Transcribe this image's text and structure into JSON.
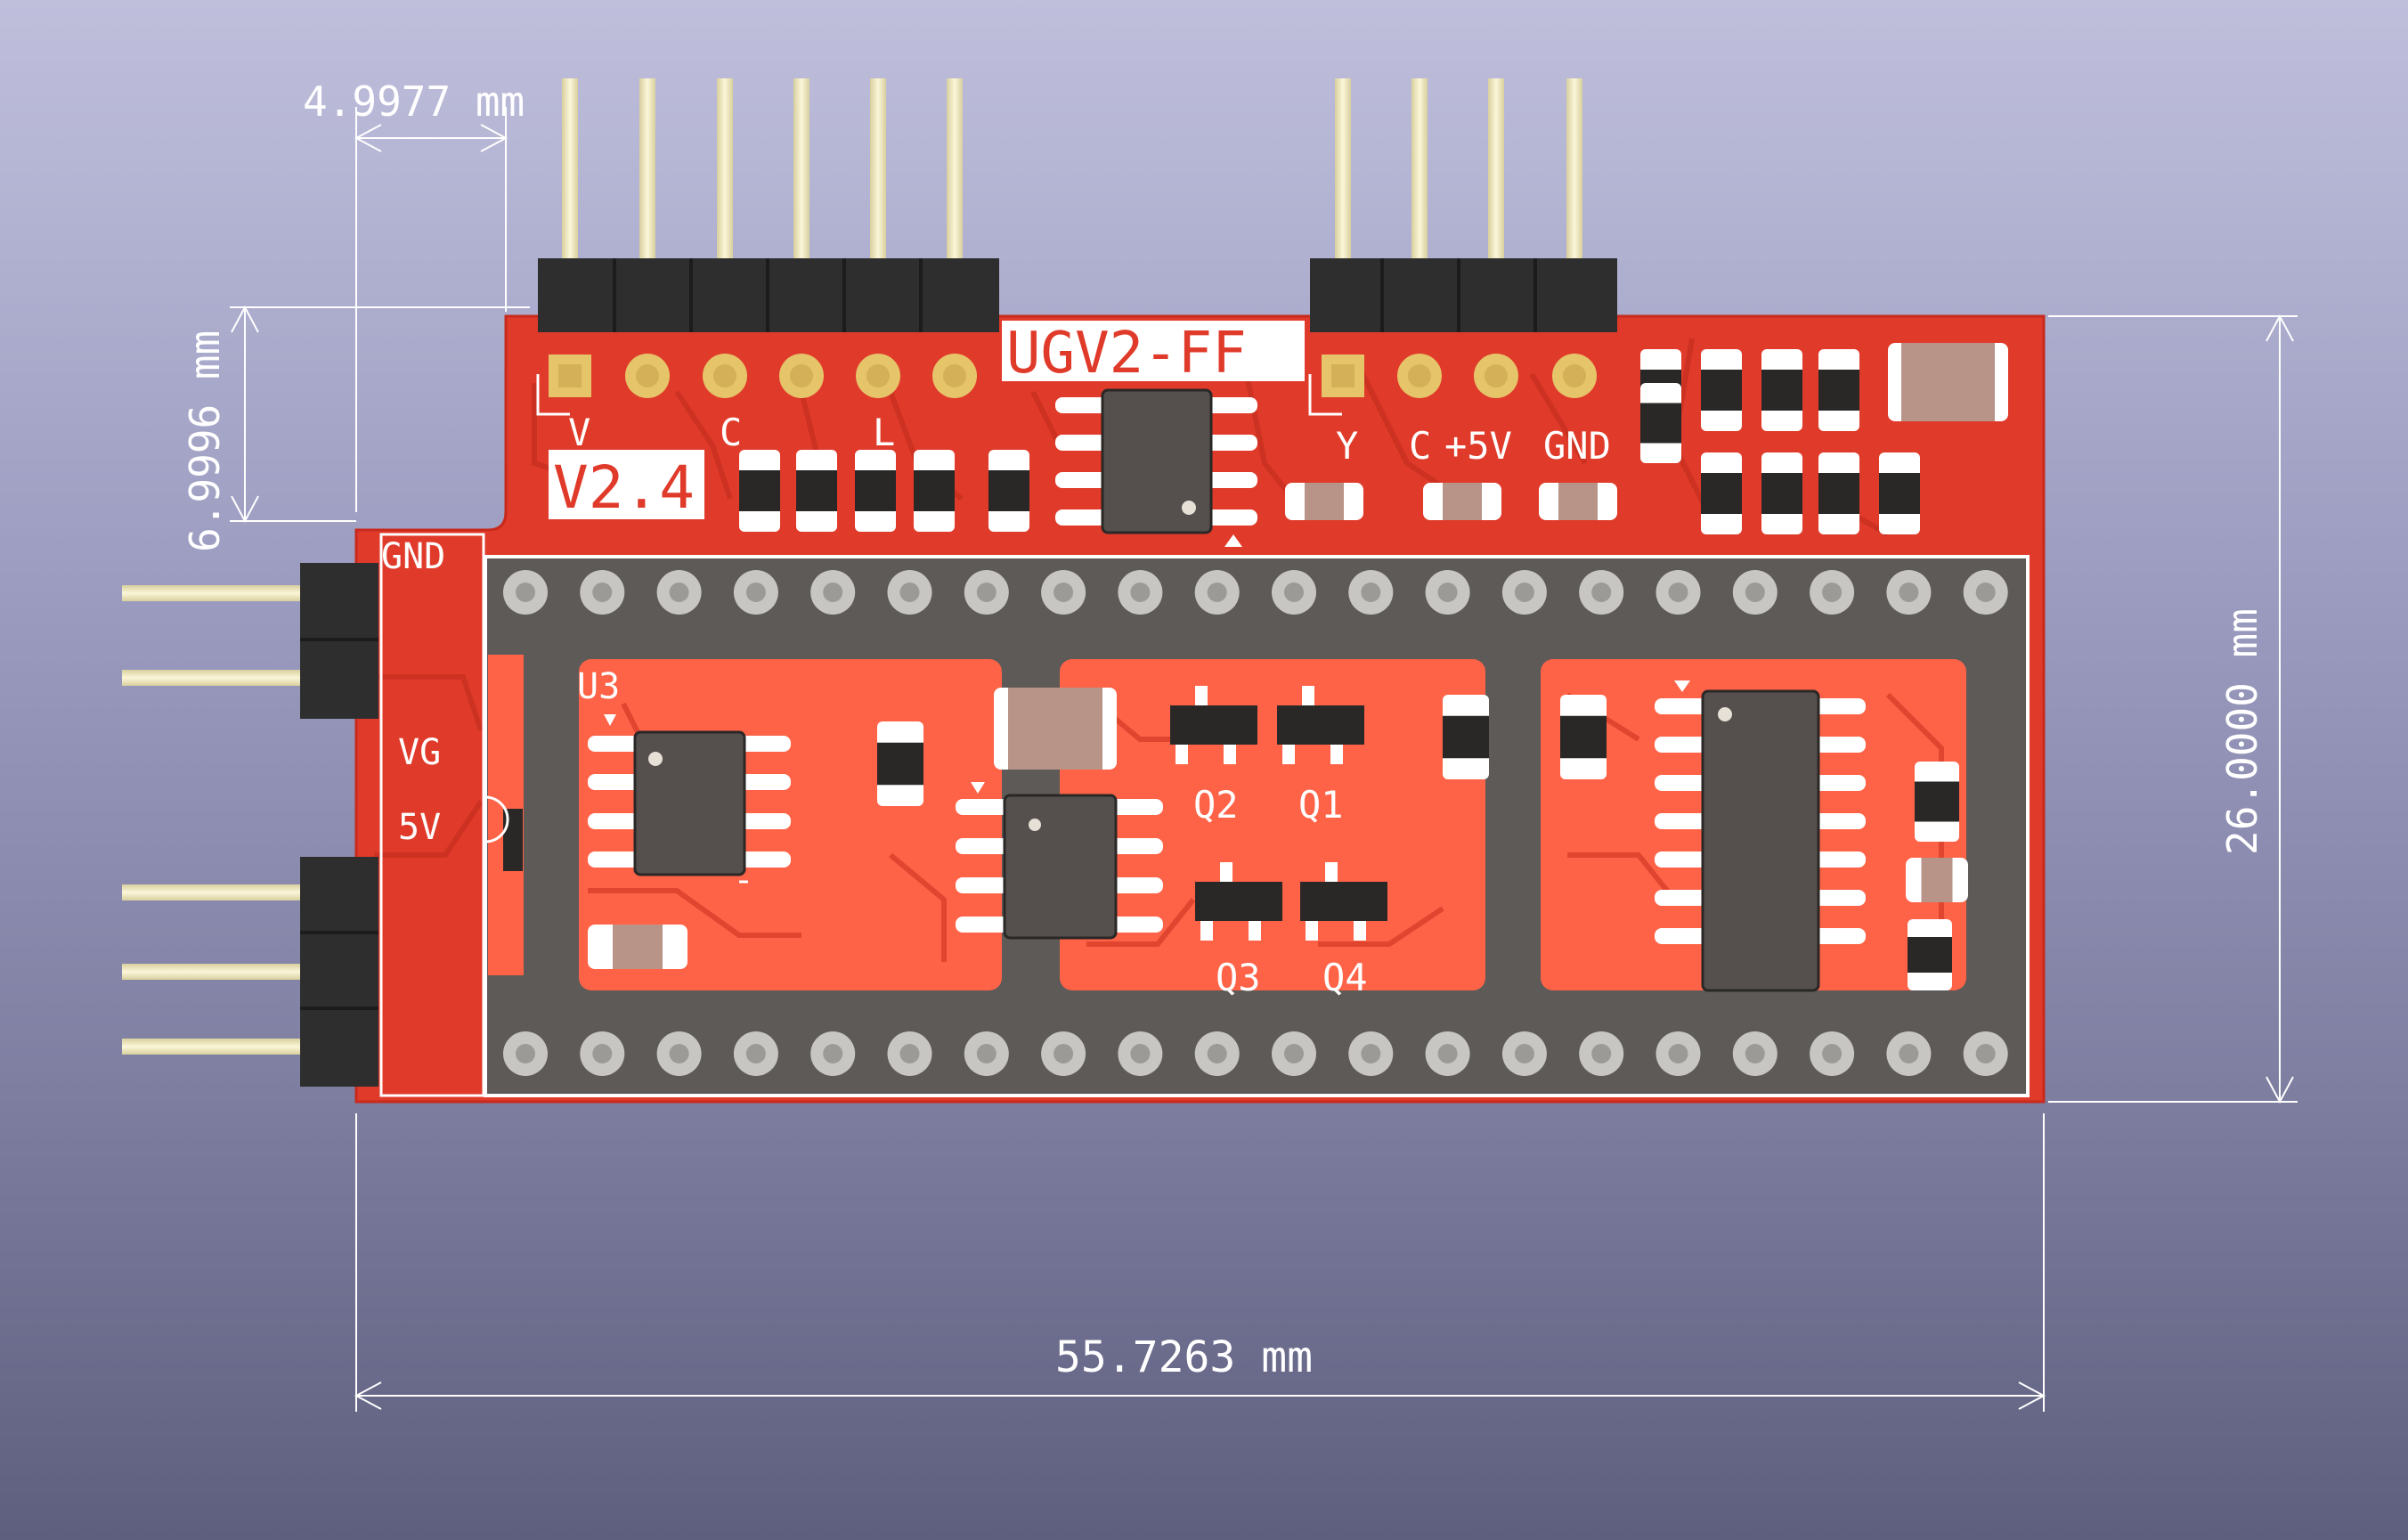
{
  "board": {
    "title_label": "UGV2-FF",
    "version_label": "V2.4",
    "colors": {
      "background_top": "#bfbfdc",
      "background_bottom": "#5e5e7e",
      "pcb_red": "#e03a2a",
      "pcb_light": "#ff6a4a",
      "copper_pad": "#e6c46a",
      "pin_gold": "#f2eac0",
      "header_body": "#2e2e2e",
      "socket_gray": "#5d5a58",
      "silkscreen": "#ffffff",
      "chip_body": "#55504e",
      "passive_body": "#b89488"
    }
  },
  "dimensions": {
    "top_width": "4.9977 mm",
    "left_height": "6.9996 mm",
    "board_height": "26.0000 mm",
    "board_width": "55.7263 mm"
  },
  "silkscreen": {
    "top_left_header": [
      "V",
      "C",
      "L"
    ],
    "top_right_header": [
      "Y",
      "C",
      "+5V",
      "GND"
    ],
    "left_connector_top": [
      "GND",
      "VG"
    ],
    "left_connector_bottom": [
      "5V"
    ],
    "ref_designators": [
      "U3",
      "Q2",
      "Q1",
      "Q3",
      "Q4"
    ]
  }
}
